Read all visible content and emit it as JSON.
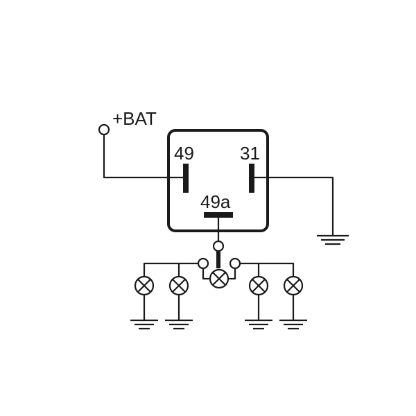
{
  "labels": {
    "battery": "+BAT",
    "pin_49": "49",
    "pin_31": "31",
    "pin_49a": "49a"
  },
  "colors": {
    "line": "#1a1a1a",
    "background": "#ffffff"
  }
}
